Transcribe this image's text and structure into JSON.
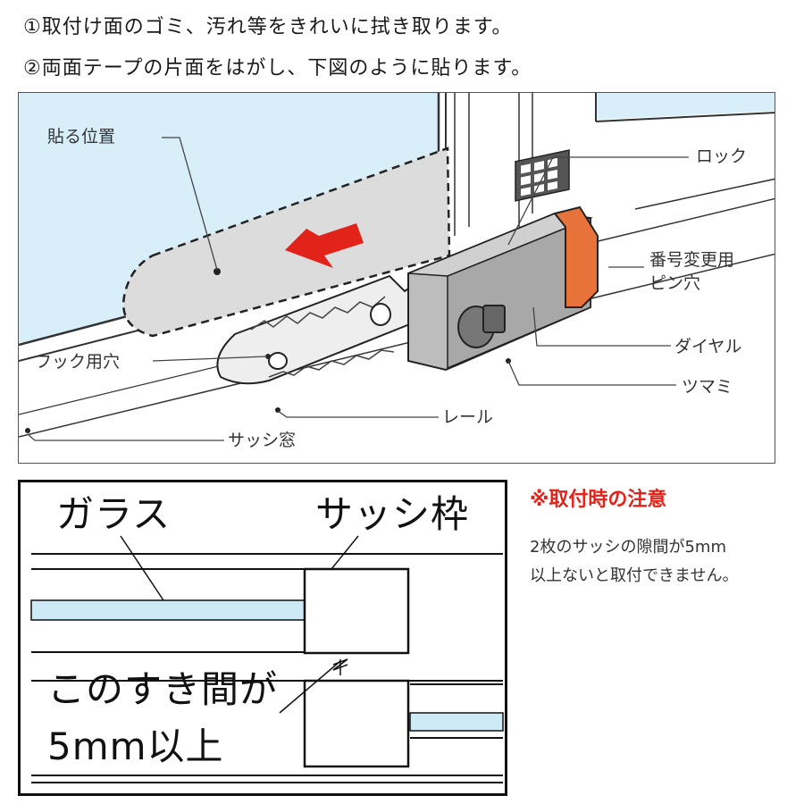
{
  "instructions": {
    "step1": "①取付け面のゴミ、汚れ等をきれいに拭き取ります。",
    "step2": "②両面テープの片面をはがし、下図のように貼ります。"
  },
  "illustration": {
    "labels": {
      "position": "貼る位置",
      "lock": "ロック",
      "pin_hole_line1": "番号変更用",
      "pin_hole_line2": "ピン穴",
      "dial": "ダイヤル",
      "hook_hole": "フック用穴",
      "knob": "ツマミ",
      "rail": "レール",
      "sash_window": "サッシ窓"
    },
    "colors": {
      "arrow": "#e2231a",
      "glass": "#d8eef8",
      "lock_cap": "#e8733a",
      "placeholder": "#dcdcdc"
    }
  },
  "diagram": {
    "glass_label": "ガラス",
    "frame_label": "サッシ枠",
    "gap_line1": "このすき間が",
    "gap_line2": "5mm以上",
    "colors": {
      "glass": "#cdeaf6"
    }
  },
  "note": {
    "title": "※取付時の注意",
    "line1": "2枚のサッシの隙間が5mm",
    "line2": "以上ないと取付できません。"
  }
}
